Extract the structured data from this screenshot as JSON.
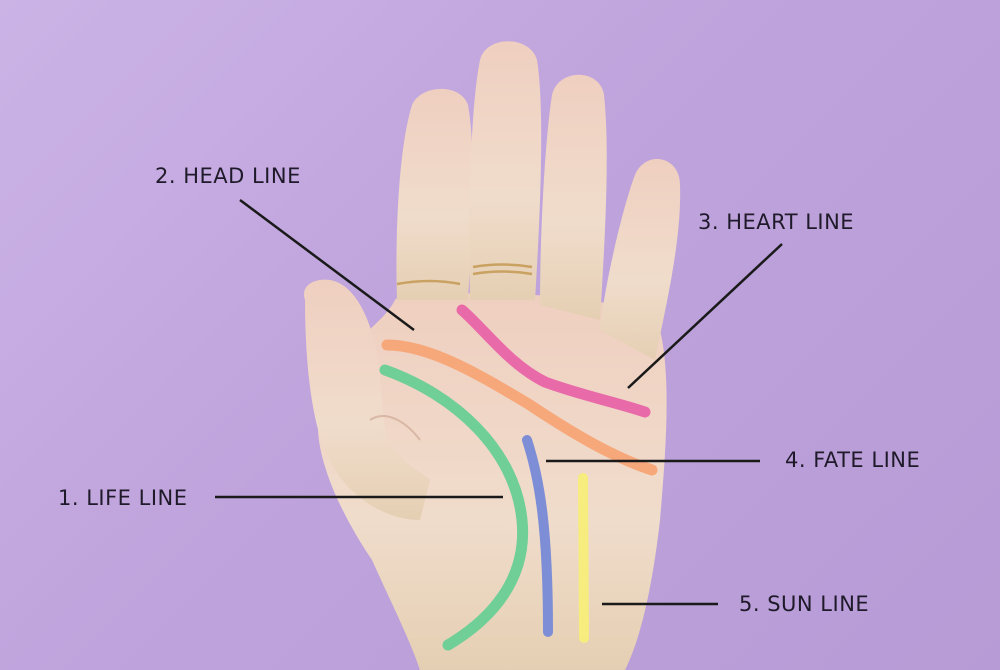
{
  "diagram": {
    "subject": "Palm reading lines on an open hand",
    "background_color": "#c2a8dc",
    "skin_color": "#ecd2c0",
    "labels": [
      {
        "id": "life",
        "text": "1. LIFE LINE",
        "color": "#6fcf97"
      },
      {
        "id": "head",
        "text": "2. HEAD LINE",
        "color": "#f7a87a"
      },
      {
        "id": "heart",
        "text": "3. HEART LINE",
        "color": "#e96aa9"
      },
      {
        "id": "fate",
        "text": "4. FATE LINE",
        "color": "#7d8ed6"
      },
      {
        "id": "sun",
        "text": "5. SUN LINE",
        "color": "#f7ec7e"
      }
    ]
  }
}
